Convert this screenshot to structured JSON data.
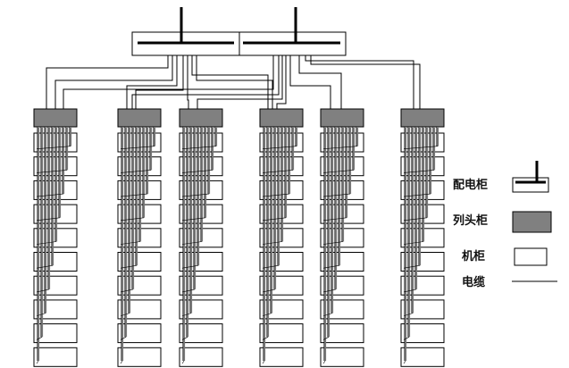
{
  "legend": {
    "items": [
      {
        "key": "distribution_cabinet",
        "label": "配电柜"
      },
      {
        "key": "column_head_cabinet",
        "label": "列头柜"
      },
      {
        "key": "rack",
        "label": "机柜"
      },
      {
        "key": "cable",
        "label": "电缆"
      }
    ]
  },
  "diagram": {
    "distribution_cabinet_count": 2,
    "column_count": 6,
    "racks_per_column": 10
  },
  "colors": {
    "column_head_fill": "#808080",
    "rack_fill": "#ffffff",
    "cable_stroke": "#000000",
    "feed_strip": "#777777"
  }
}
